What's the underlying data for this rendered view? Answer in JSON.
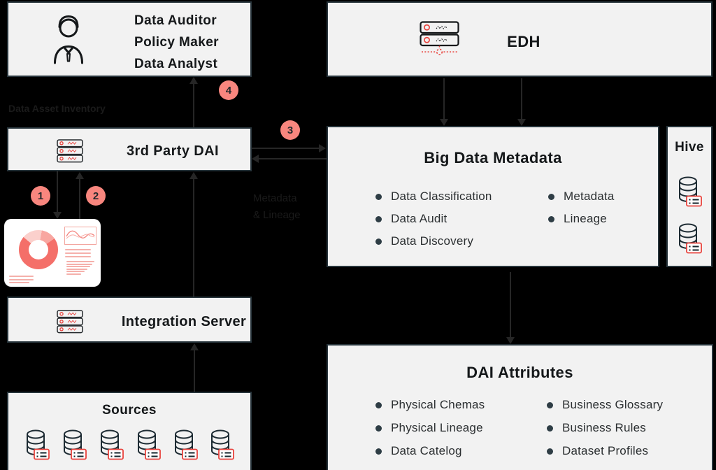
{
  "users_box": {
    "roles": [
      "Data Auditor",
      "Policy Maker",
      "Data Analyst"
    ]
  },
  "edh_box": {
    "label": "EDH"
  },
  "left_caption": "Data Asset Inventory",
  "dai_box": {
    "label": "3rd Party DAI"
  },
  "integration_box": {
    "label": "Integration Server"
  },
  "sources_box": {
    "title": "Sources"
  },
  "bigdata_box": {
    "title": "Big Data Metadata",
    "bullets_left": [
      "Data Classification",
      "Data Audit",
      "Data Discovery"
    ],
    "bullets_right": [
      "Metadata",
      "Lineage"
    ]
  },
  "hive_box": {
    "label": "Hive"
  },
  "dai_attributes_box": {
    "title": "DAI Attributes",
    "bullets_left": [
      "Physical Chemas",
      "Physical Lineage",
      "Data Catelog"
    ],
    "bullets_right": [
      "Business Glossary",
      "Business Rules",
      "Dataset Profiles"
    ]
  },
  "step_badges": [
    "1",
    "2",
    "3",
    "4"
  ],
  "arrow_label": {
    "line1": "Metadata",
    "line2": "& Lineage"
  },
  "colors": {
    "accent_salmon": "#f8867e",
    "icon_red": "#e8433d",
    "box_fill": "#f2f2f2",
    "box_border": "#27343b",
    "background": "#000000"
  }
}
